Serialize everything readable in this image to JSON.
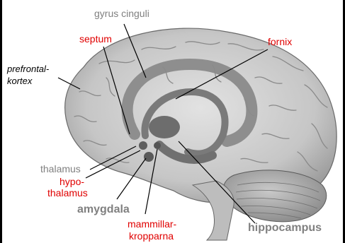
{
  "labels": {
    "gyrus_cinguli": "gyrus cinguli",
    "septum": "septum",
    "fornix": "fornix",
    "prefrontal_1": "prefrontal-",
    "prefrontal_2": "kortex",
    "thalamus": "thalamus",
    "hypothalamus_1": "hypo-",
    "hypothalamus_2": "thalamus",
    "amygdala": "amygdala",
    "mammillar_1": "mammillar-",
    "mammillar_2": "kropparna",
    "hippocampus": "hippocampus"
  },
  "colors": {
    "red": "#e00000",
    "gray": "#808080",
    "limbic_fill": "#8a8a8a",
    "brain_fill": "#cfcfcf"
  }
}
